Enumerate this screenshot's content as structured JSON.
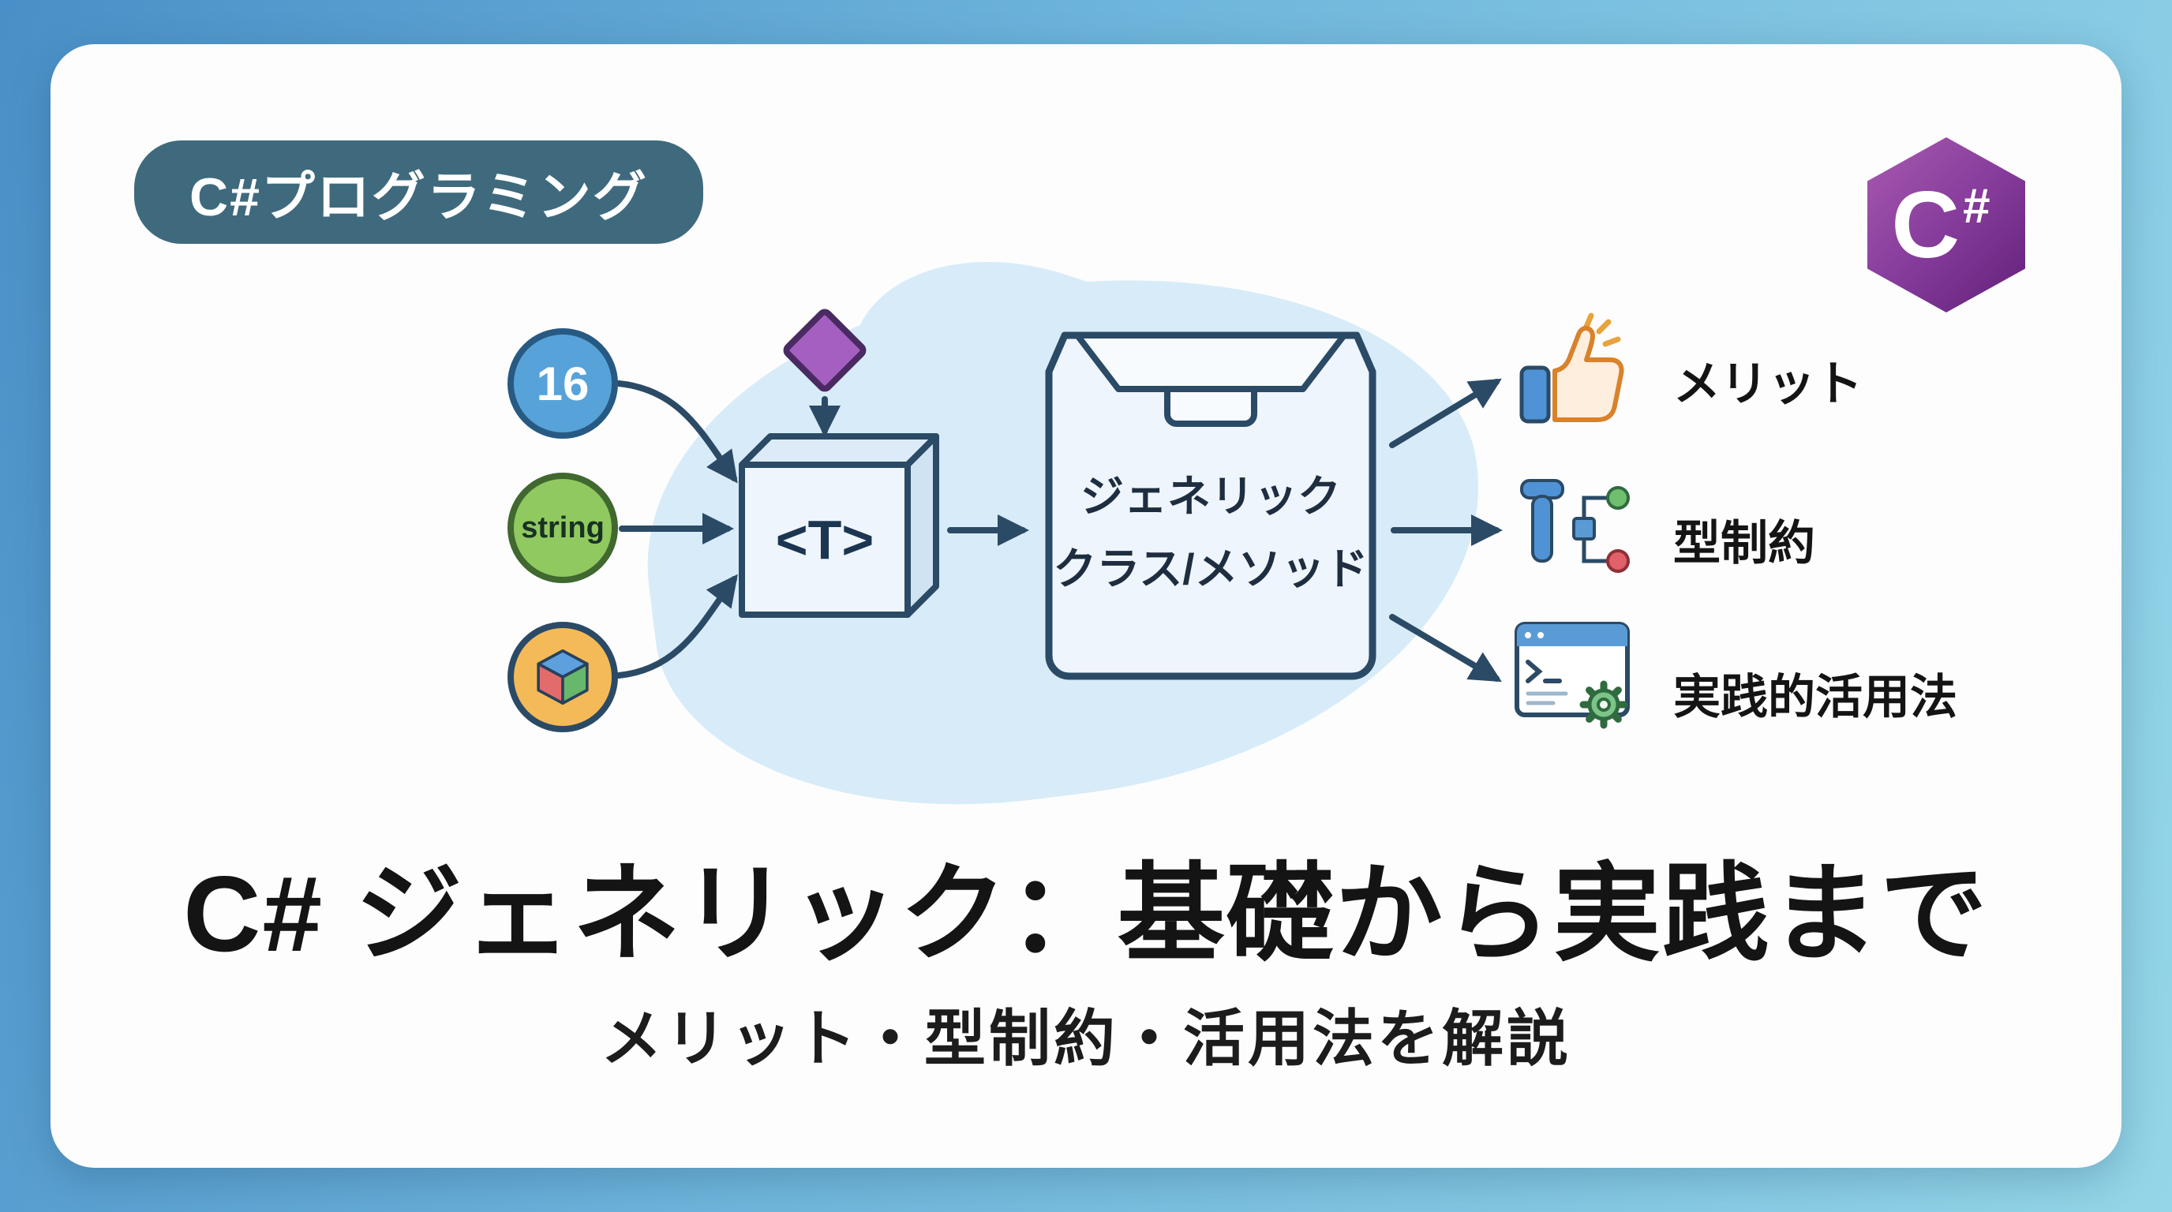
{
  "badge": {
    "label": "C#プログラミング"
  },
  "logo": {
    "letter": "C",
    "sharp": "#"
  },
  "diagram": {
    "inputs": [
      {
        "label": "16"
      },
      {
        "label": "string"
      },
      {
        "label": "",
        "icon": "cube-icon"
      }
    ],
    "type_parameter": "<T>",
    "generic_box": {
      "line1": "ジェネリック",
      "line2": "クラス/メソッド"
    },
    "outputs": [
      {
        "icon": "thumbs-up-icon",
        "label": "メリット"
      },
      {
        "icon": "type-constraint-icon",
        "label": "型制約"
      },
      {
        "icon": "code-window-gear-icon",
        "label": "実践的活用法"
      }
    ]
  },
  "title": "C# ジェネリック：基礎から実践まで",
  "subtitle": "メリット・型制約・活用法を解説",
  "colors": {
    "background_gradient_start": "#4a90c8",
    "background_gradient_end": "#95d6e8",
    "badge_background": "#3f6a7d",
    "accent_navy": "#2b4a66",
    "blob_blue": "#d7ecf8",
    "logo_purple": "#8a3f9e",
    "int_circle": "#57a3d9",
    "string_circle": "#90c95f",
    "object_circle": "#f4ba58",
    "diamond_purple": "#a55fc0"
  }
}
